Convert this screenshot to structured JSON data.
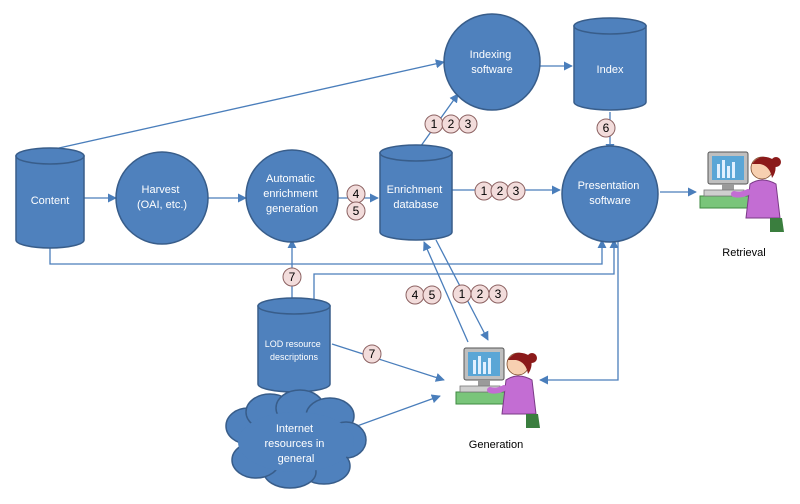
{
  "colors": {
    "node_fill": "#4f81bd",
    "node_stroke": "#385d8a",
    "arrow": "#4a7ebb",
    "badge_fill": "#f2dcdb",
    "badge_stroke": "#8c6262"
  },
  "nodes": {
    "content": {
      "shape": "cylinder",
      "lines": [
        "Content"
      ]
    },
    "harvest": {
      "shape": "circle",
      "lines": [
        "Harvest",
        "(OAI, etc.)"
      ]
    },
    "auto_enrichment": {
      "shape": "circle",
      "lines": [
        "Automatic",
        "enrichment",
        "generation"
      ]
    },
    "enrichment_db": {
      "shape": "cylinder",
      "lines": [
        "Enrichment",
        "database"
      ]
    },
    "indexing": {
      "shape": "circle",
      "lines": [
        "Indexing",
        "software"
      ]
    },
    "index": {
      "shape": "cylinder",
      "lines": [
        "Index"
      ]
    },
    "presentation": {
      "shape": "circle",
      "lines": [
        "Presentation",
        "software"
      ]
    },
    "lod": {
      "shape": "cylinder",
      "lines": [
        "LOD resource",
        "descriptions"
      ]
    },
    "internet": {
      "shape": "cloud",
      "lines": [
        "Internet",
        "resources in",
        "general"
      ]
    }
  },
  "actors": {
    "retrieval": {
      "label": "Retrieval",
      "icon": "user-at-computer-icon"
    },
    "generation": {
      "label": "Generation",
      "icon": "user-at-computer-icon"
    }
  },
  "badges": {
    "idx1": "1",
    "idx2": "2",
    "idx3": "3",
    "pres1": "1",
    "pres2": "2",
    "pres3": "3",
    "six": "6",
    "four_a": "4",
    "five_a": "5",
    "seven_a": "7",
    "seven_b": "7",
    "four_b": "4",
    "five_b": "5",
    "gen1": "1",
    "gen2": "2",
    "gen3": "3"
  }
}
